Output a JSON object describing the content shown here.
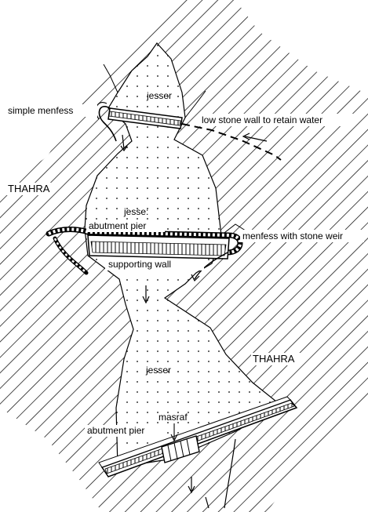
{
  "labels": {
    "simple_menfess": "simple menfess",
    "low_stone_wall": "low stone wall to retain water",
    "thahra_top": "THAHRA",
    "thahra_bottom": "THAHRA",
    "jesser_1": "jesser",
    "jesser_2": "jesse:",
    "jesser_3": "jesser",
    "abutment_pier_1": "abutment pier",
    "abutment_pier_2": "abutment pier",
    "menfess_weir": "menfess with stone weir",
    "supporting_wall": "supporting wall",
    "masraf": "masraf"
  },
  "colors": {
    "ink": "#000000",
    "paper": "#ffffff"
  }
}
